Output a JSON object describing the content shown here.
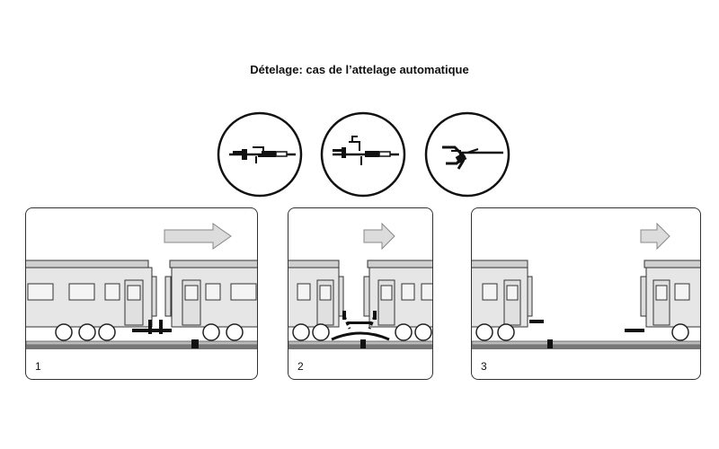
{
  "diagram": {
    "title": "Dételage: cas de l’attelage automatique",
    "coupler_details": [
      {
        "icon": "coupler-closed-icon"
      },
      {
        "icon": "coupler-lifted-icon"
      },
      {
        "icon": "coupler-hook-open-icon"
      }
    ],
    "steps": [
      {
        "number": "1",
        "icon": "arrow-right-icon"
      },
      {
        "number": "2",
        "icon": "arrow-right-icon"
      },
      {
        "number": "3",
        "icon": "arrow-right-icon"
      }
    ],
    "colors": {
      "stroke": "#333333",
      "car_body": "#e6e6e6",
      "window": "#f4f4f4",
      "arrow_fill": "#dcdcdc",
      "roof": "#cfcfcf"
    }
  }
}
